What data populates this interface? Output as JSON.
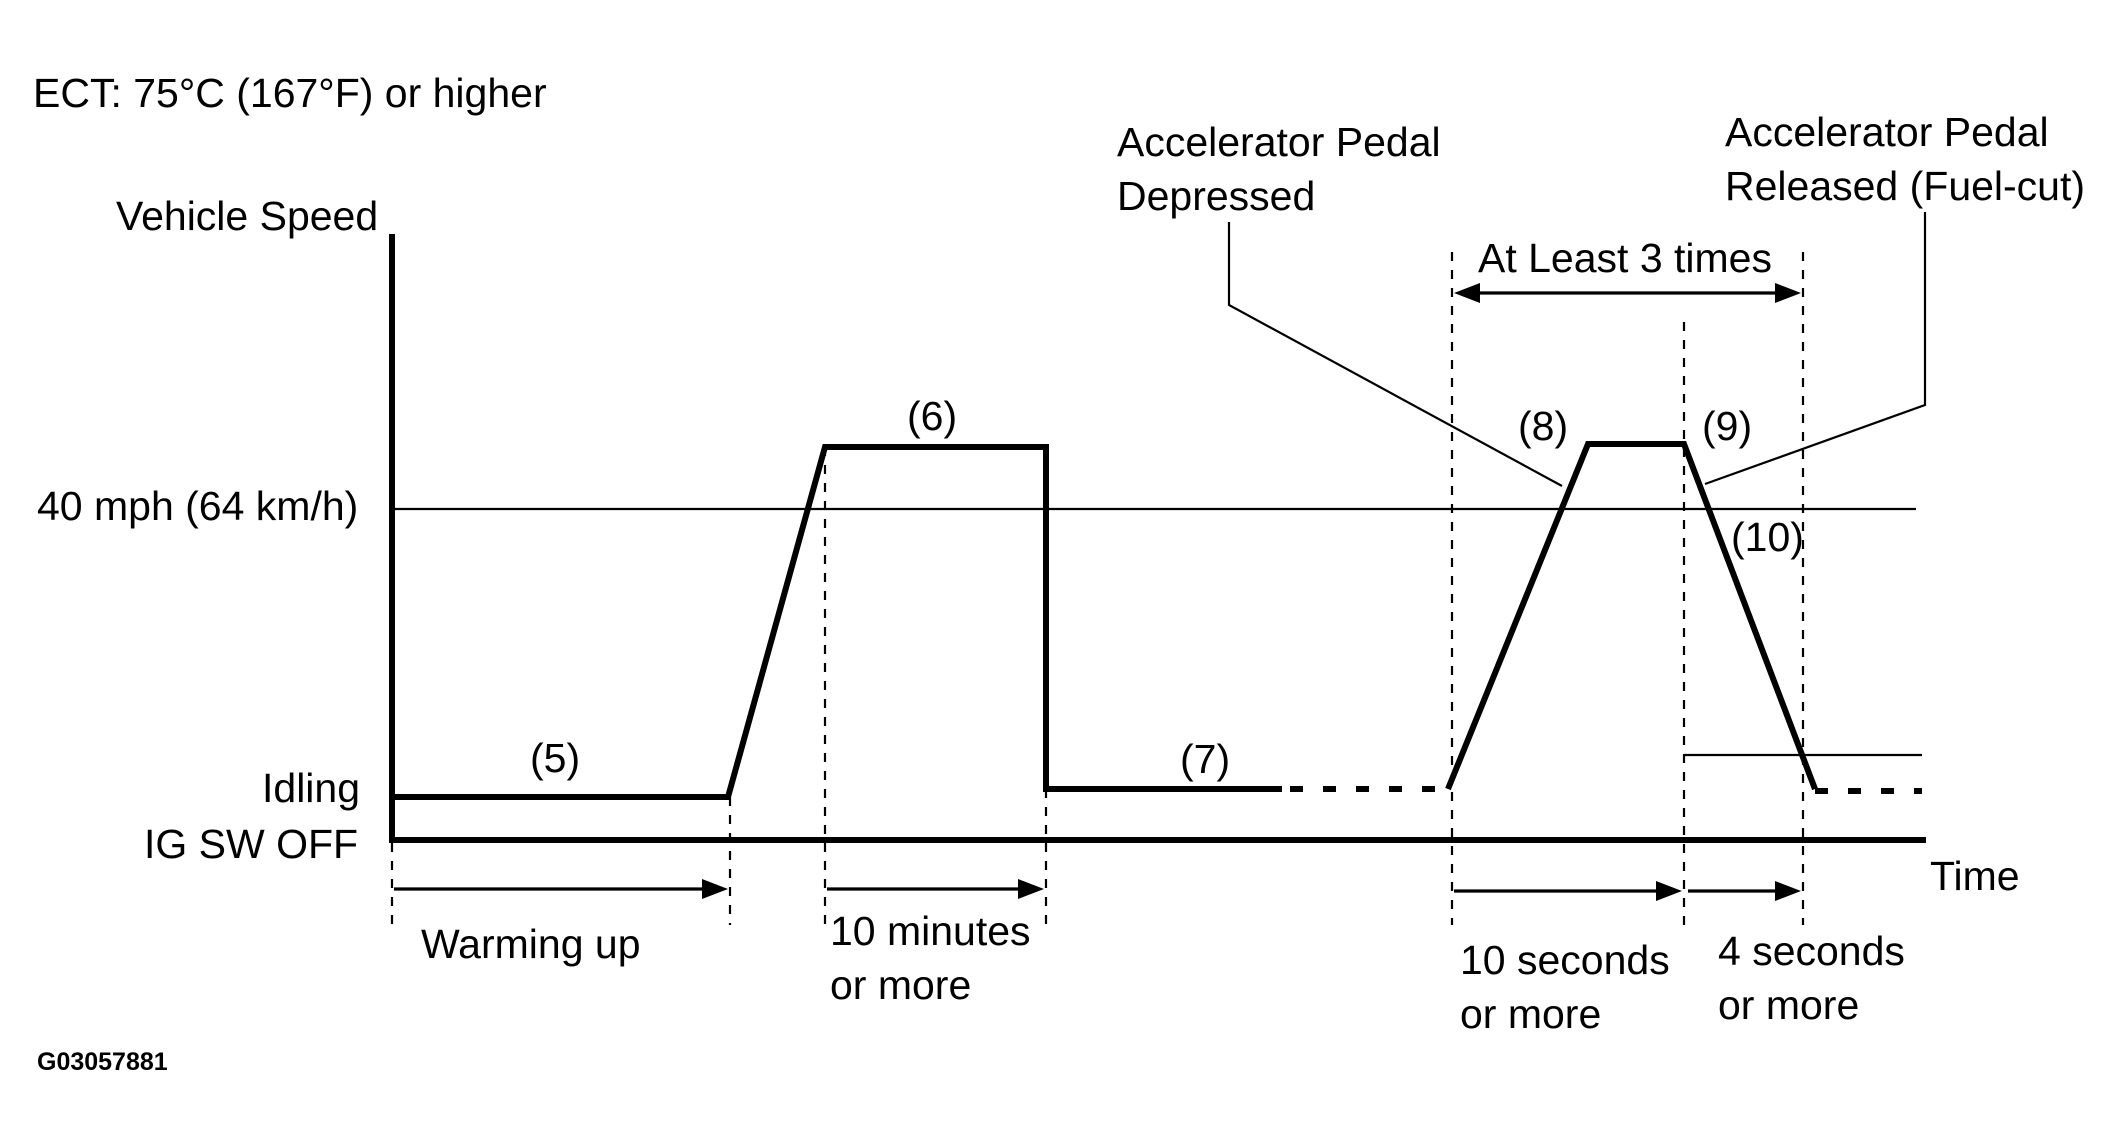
{
  "header": {
    "ect_condition": "ECT: 75°C (167°F) or higher"
  },
  "axes": {
    "y_label": "Vehicle Speed",
    "x_label": "Time",
    "level_40mph": "40 mph (64 km/h)",
    "level_idling": "Idling",
    "level_ig_off": "IG SW OFF"
  },
  "steps": {
    "s5": "(5)",
    "s6": "(6)",
    "s7": "(7)",
    "s8": "(8)",
    "s9": "(9)",
    "s10": "(10)"
  },
  "callouts": {
    "pedal_depressed_line1": "Accelerator Pedal",
    "pedal_depressed_line2": "Depressed",
    "pedal_released_line1": "Accelerator Pedal",
    "pedal_released_line2": "Released  (Fuel-cut)",
    "repeat": "At Least 3 times"
  },
  "durations": {
    "warming_up": "Warming up",
    "ten_minutes_line1": "10 minutes",
    "ten_minutes_line2": "or more",
    "ten_seconds_line1": "10 seconds",
    "ten_seconds_line2": "or more",
    "four_seconds_line1": "4  seconds",
    "four_seconds_line2": "or more"
  },
  "footer": {
    "figure_code": "G03057881"
  }
}
